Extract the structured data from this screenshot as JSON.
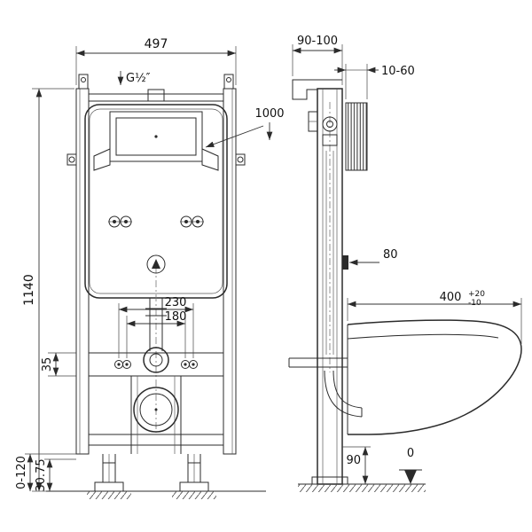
{
  "drawing": {
    "front": {
      "width": "497",
      "height": "1140",
      "inlet_label": "G½″",
      "flush_plate_height": "1000",
      "fixing_span_outer": "230",
      "fixing_span_inner": "180",
      "bracket_gap": "35",
      "foot_adjust_range": "0-120",
      "foot_offset": "30.75"
    },
    "side": {
      "frame_depth": "90-100",
      "wall_gap": "10-60",
      "pipe_note": "80",
      "bowl_depth": "400",
      "bowl_tol_plus": "+20",
      "bowl_tol_minus": "-10",
      "outlet_height": "90",
      "datum": "0"
    }
  }
}
